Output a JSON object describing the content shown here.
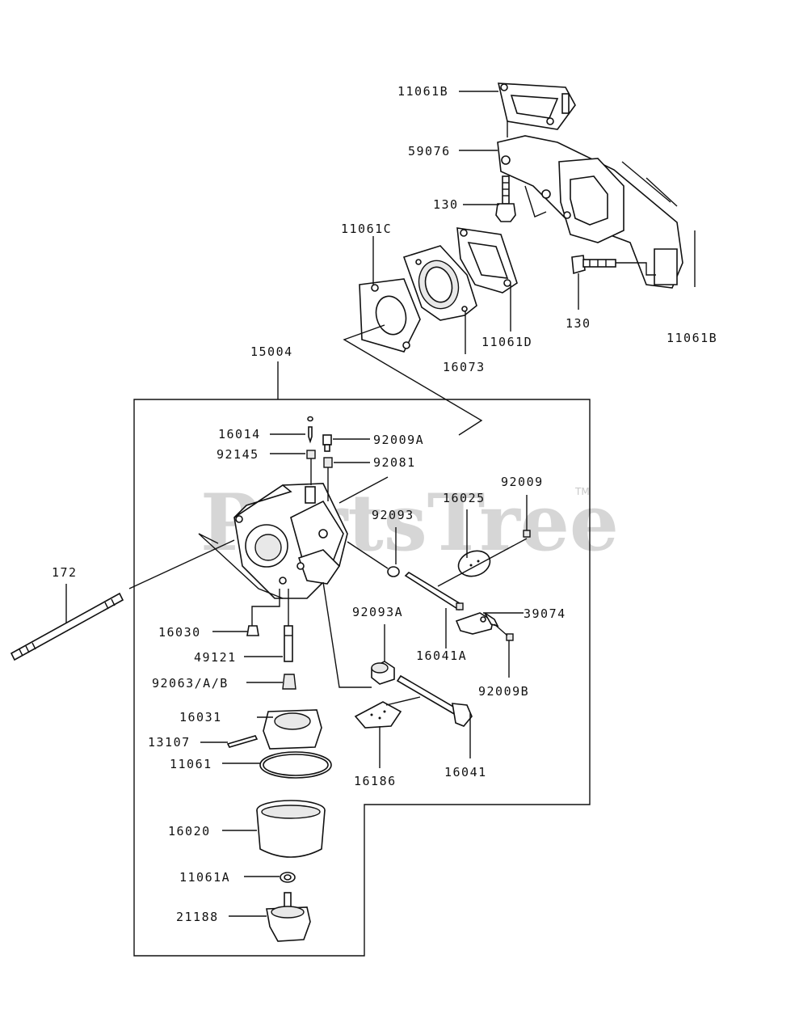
{
  "watermark": {
    "text": "PartsTree",
    "tm": "TM"
  },
  "labels": {
    "p11061B_top": "11061B",
    "p59076": "59076",
    "p130_a": "130",
    "p11061C": "11061C",
    "p130_b": "130",
    "p11061B_side": "11061B",
    "p11061D": "11061D",
    "p16073": "16073",
    "p15004": "15004",
    "p16014": "16014",
    "p92009A": "92009A",
    "p92145": "92145",
    "p92081": "92081",
    "p92009": "92009",
    "p16025": "16025",
    "p92093": "92093",
    "p172": "172",
    "p39074": "39074",
    "p92093A": "92093A",
    "p16041A": "16041A",
    "p16030": "16030",
    "p49121": "49121",
    "p92009B": "92009B",
    "p92063": "92063/A/B",
    "p16031": "16031",
    "p13107": "13107",
    "p11061": "11061",
    "p16186": "16186",
    "p16041": "16041",
    "p16020": "16020",
    "p11061A": "11061A",
    "p21188": "21188"
  }
}
